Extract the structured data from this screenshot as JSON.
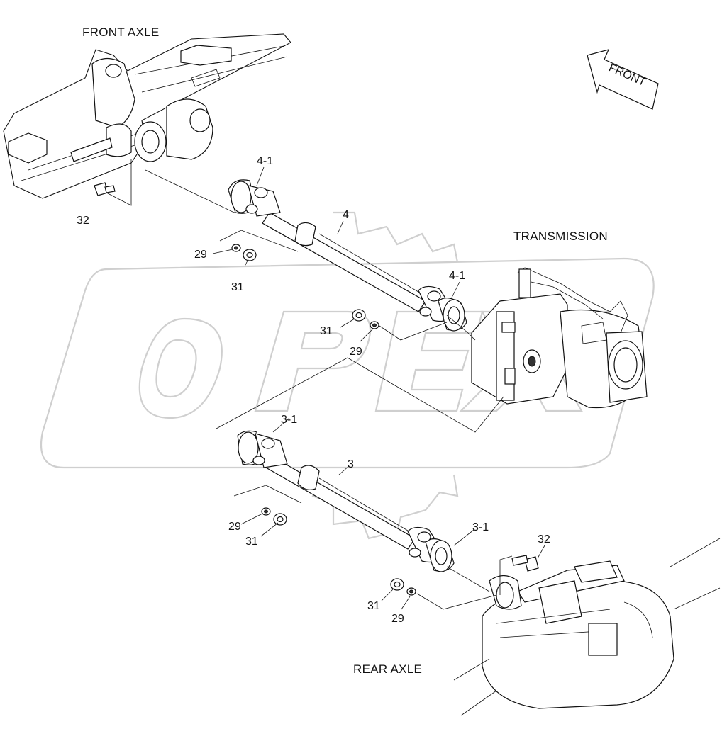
{
  "labels": {
    "front_axle": "FRONT AXLE",
    "transmission": "TRANSMISSION",
    "rear_axle": "REAR AXLE",
    "front_arrow": "FRONT"
  },
  "watermark": "OPEX",
  "callouts": [
    {
      "id": "c-4-1-top",
      "text": "4-1"
    },
    {
      "id": "c-4",
      "text": "4"
    },
    {
      "id": "c-32-top",
      "text": "32"
    },
    {
      "id": "c-29-a",
      "text": "29"
    },
    {
      "id": "c-31-a",
      "text": "31"
    },
    {
      "id": "c-4-1-right",
      "text": "4-1"
    },
    {
      "id": "c-31-b",
      "text": "31"
    },
    {
      "id": "c-29-b",
      "text": "29"
    },
    {
      "id": "c-3-1-top",
      "text": "3-1"
    },
    {
      "id": "c-3",
      "text": "3"
    },
    {
      "id": "c-29-c",
      "text": "29"
    },
    {
      "id": "c-31-c",
      "text": "31"
    },
    {
      "id": "c-3-1-right",
      "text": "3-1"
    },
    {
      "id": "c-32-bottom",
      "text": "32"
    },
    {
      "id": "c-31-d",
      "text": "31"
    },
    {
      "id": "c-29-d",
      "text": "29"
    }
  ]
}
